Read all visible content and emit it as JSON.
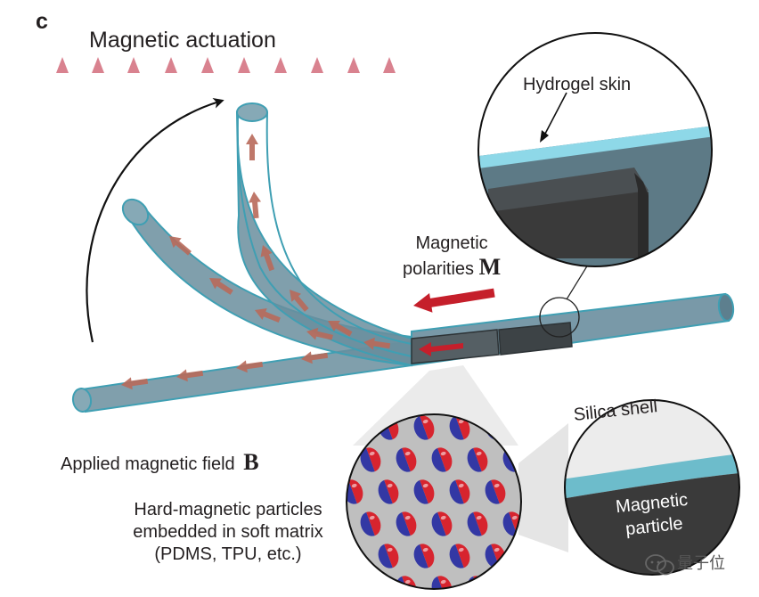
{
  "figure": {
    "panel_label": "c",
    "title": "Magnetic actuation",
    "polarity_label": {
      "line1": "Magnetic",
      "line2": "polarities",
      "symbol": "M"
    },
    "field_label": {
      "text": "Applied magnetic field",
      "symbol": "B"
    },
    "particles_label": [
      "Hard-magnetic particles",
      "embedded in soft matrix",
      "(PDMS, TPU, etc.)"
    ],
    "inset_top_label": "Hydrogel skin",
    "inset_bottom_label": "Silica shell",
    "particle_label": [
      "Magnetic",
      "particle"
    ],
    "watermark": "量子位"
  },
  "colors": {
    "field_top": "#d9828f",
    "field_bottom": "#7ab3df",
    "tube_fill": "#6a8e9e",
    "tube_edge": "#3f9fb3",
    "skin": "#8ed8e8",
    "polarity_arrow": "#c51f2b",
    "inner_arrow": "#b96a5a",
    "particle_red": "#d7242e",
    "particle_blue": "#3338a4",
    "matrix": "#bfbfbf",
    "core": "#3a3a3a"
  }
}
